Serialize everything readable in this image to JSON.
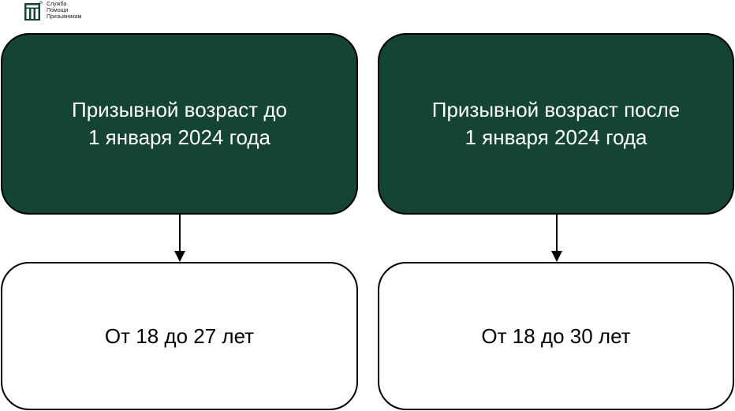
{
  "logo": {
    "lines": [
      "Служба",
      "Помощи",
      "Призывникам"
    ],
    "icon": "building-logo-icon",
    "color": "#134434"
  },
  "diagram": {
    "left": {
      "header": [
        "Призывной возраст до",
        "1 января 2024 года"
      ],
      "result": "От 18 до 27 лет"
    },
    "right": {
      "header": [
        "Призывной возраст после",
        "1 января 2024 года"
      ],
      "result": "От 18 до 30 лет"
    }
  },
  "colors": {
    "header_fill": "#134434",
    "header_text": "#ffffff",
    "result_fill": "#ffffff",
    "border": "#000000"
  }
}
